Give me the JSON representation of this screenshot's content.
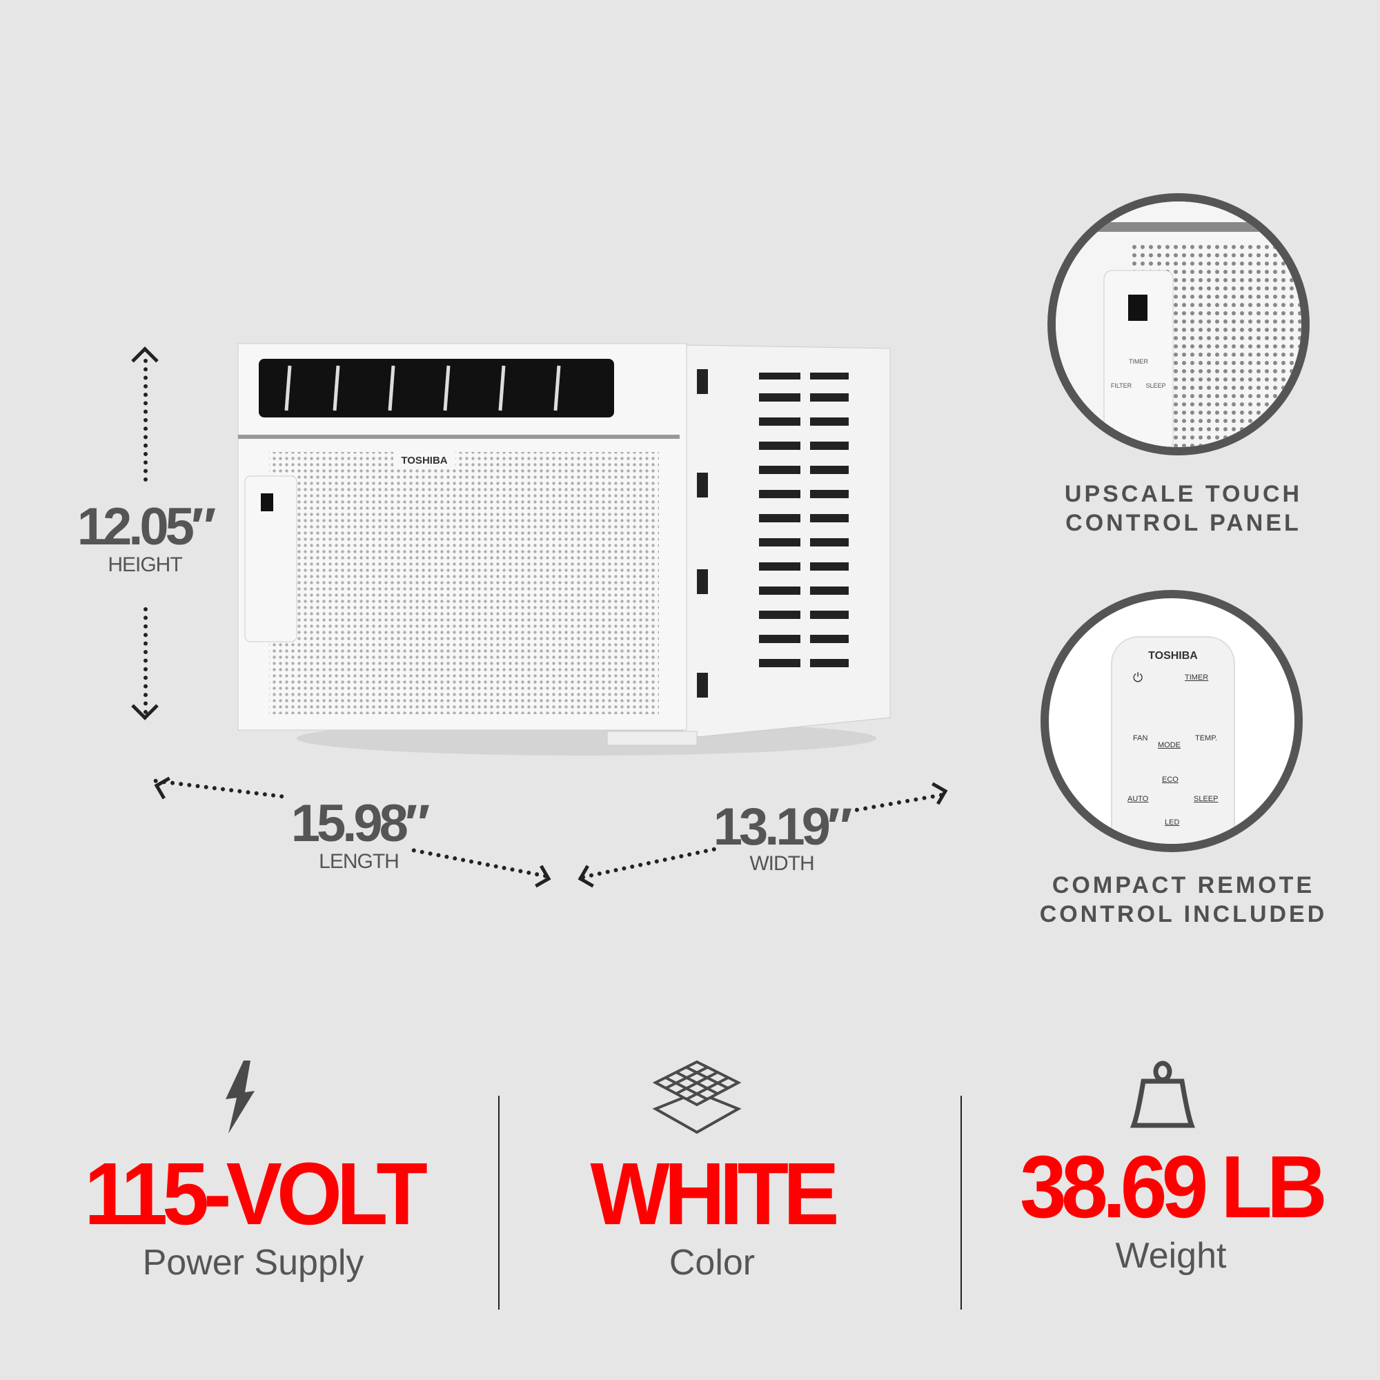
{
  "dimensions": {
    "height": {
      "value": "12.05″",
      "label": "HEIGHT"
    },
    "length": {
      "value": "15.98″",
      "label": "LENGTH"
    },
    "width": {
      "value": "13.19″",
      "label": "WIDTH"
    }
  },
  "product": {
    "brand": "TOSHIBA"
  },
  "features": [
    {
      "title_line1": "UPSCALE TOUCH",
      "title_line2": "CONTROL PANEL"
    },
    {
      "title_line1": "COMPACT REMOTE",
      "title_line2": "CONTROL INCLUDED"
    }
  ],
  "remote": {
    "brand": "TOSHIBA",
    "buttons": [
      "TIMER",
      "FAN",
      "MODE",
      "TEMP.",
      "ECO",
      "AUTO",
      "SLEEP",
      "LED"
    ]
  },
  "panel": {
    "labels": [
      "TIMER",
      "FILTER",
      "SLEEP"
    ]
  },
  "specs": [
    {
      "icon": "lightning-icon",
      "value": "115-VOLT",
      "label": "Power Supply"
    },
    {
      "icon": "filter-grid-icon",
      "value": "WHITE",
      "label": "Color"
    },
    {
      "icon": "weight-icon",
      "value": "38.69 LB",
      "label": "Weight"
    }
  ],
  "colors": {
    "accent": "#ff0000",
    "text": "#555555",
    "background": "#e6e6e6"
  }
}
